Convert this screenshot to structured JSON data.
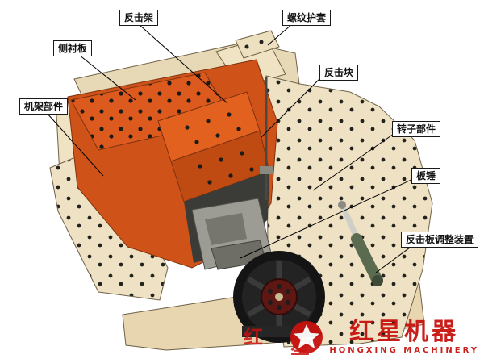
{
  "diagram": {
    "labels": [
      {
        "id": "impact-frame",
        "text": "反击架"
      },
      {
        "id": "threaded-sleeve",
        "text": "螺纹护套"
      },
      {
        "id": "side-liner-plate",
        "text": "侧衬板"
      },
      {
        "id": "impact-block",
        "text": "反击块"
      },
      {
        "id": "frame-parts",
        "text": "机架部件"
      },
      {
        "id": "rotor-parts",
        "text": "转子部件"
      },
      {
        "id": "blow-bar",
        "text": "板锤"
      },
      {
        "id": "impact-plate-adjuster",
        "text": "反击板调整装置"
      }
    ],
    "watermark": {
      "brand_cn": "红星机器",
      "brand_en": "HONGXING MACHINERY",
      "faint_chars": [
        "红",
        "星"
      ]
    },
    "colors": {
      "housing_cream": "#f0e3c3",
      "liner_orange": "#d9571e",
      "brand_red": "#c8120f"
    }
  }
}
